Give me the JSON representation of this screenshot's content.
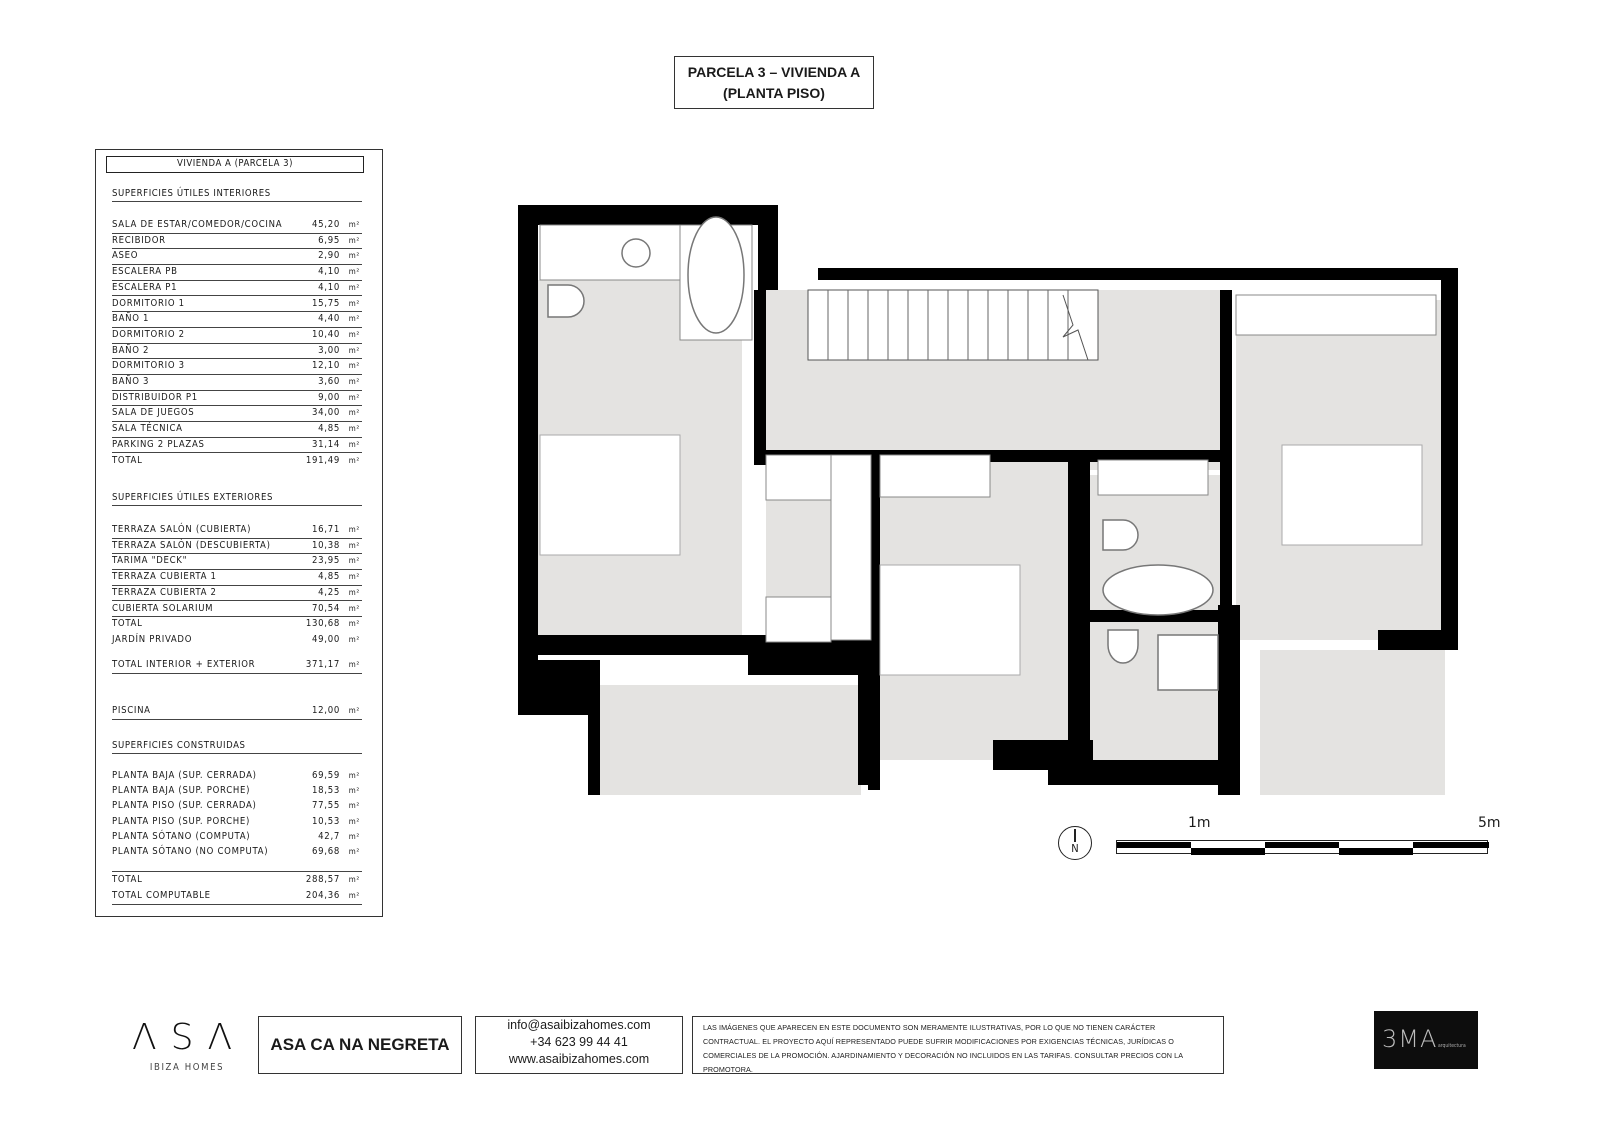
{
  "title": {
    "line1": "PARCELA 3 – VIVIENDA A",
    "line2": "(PLANTA PISO)"
  },
  "area_table": {
    "header": "VIVIENDA A (PARCELA 3)",
    "unit": "m²",
    "interiores": {
      "title": "SUPERFICIES ÚTILES INTERIORES",
      "rows": [
        {
          "label": "SALA DE ESTAR/COMEDOR/COCINA",
          "value": "45,20"
        },
        {
          "label": "RECIBIDOR",
          "value": "6,95"
        },
        {
          "label": "ASEO",
          "value": "2,90"
        },
        {
          "label": "ESCALERA PB",
          "value": "4,10"
        },
        {
          "label": "ESCALERA P1",
          "value": "4,10"
        },
        {
          "label": "DORMITORIO 1",
          "value": "15,75"
        },
        {
          "label": "BAÑO 1",
          "value": "4,40"
        },
        {
          "label": "DORMITORIO 2",
          "value": "10,40"
        },
        {
          "label": "BAÑO 2",
          "value": "3,00"
        },
        {
          "label": "DORMITORIO 3",
          "value": "12,10"
        },
        {
          "label": "BAÑO 3",
          "value": "3,60"
        },
        {
          "label": "DISTRIBUIDOR P1",
          "value": "9,00"
        },
        {
          "label": "SALA DE JUEGOS",
          "value": "34,00"
        },
        {
          "label": "SALA TÉCNICA",
          "value": "4,85"
        },
        {
          "label": "PARKING 2 PLAZAS",
          "value": "31,14"
        }
      ],
      "total_label": "TOTAL",
      "total_value": "191,49"
    },
    "exteriores": {
      "title": "SUPERFICIES ÚTILES EXTERIORES",
      "rows": [
        {
          "label": "TERRAZA SALÓN (CUBIERTA)",
          "value": "16,71"
        },
        {
          "label": "TERRAZA SALÓN (DESCUBIERTA)",
          "value": "10,38"
        },
        {
          "label": "TARIMA \"DECK\"",
          "value": "23,95"
        },
        {
          "label": "TERRAZA CUBIERTA 1",
          "value": "4,85"
        },
        {
          "label": "TERRAZA CUBIERTA 2",
          "value": "4,25"
        },
        {
          "label": "CUBIERTA SOLARIUM",
          "value": "70,54"
        }
      ],
      "total_label": "TOTAL",
      "total_value": "130,68",
      "jardin_label": "JARDÍN PRIVADO",
      "jardin_value": "49,00"
    },
    "total_int_ext": {
      "label": "TOTAL INTERIOR + EXTERIOR",
      "value": "371,17"
    },
    "piscina": {
      "label": "PISCINA",
      "value": "12,00"
    },
    "construidas": {
      "title": "SUPERFICIES CONSTRUIDAS",
      "rows": [
        {
          "label": "PLANTA BAJA (SUP. CERRADA)",
          "value": "69,59"
        },
        {
          "label": "PLANTA BAJA (SUP. PORCHE)",
          "value": "18,53"
        },
        {
          "label": "PLANTA PISO (SUP. CERRADA)",
          "value": "77,55"
        },
        {
          "label": "PLANTA PISO (SUP. PORCHE)",
          "value": "10,53"
        },
        {
          "label": "PLANTA SÓTANO (COMPUTA)",
          "value": "42,7"
        },
        {
          "label": "PLANTA SÓTANO (NO COMPUTA)",
          "value": "69,68"
        }
      ],
      "total_label": "TOTAL",
      "total_value": "288,57",
      "computable_label": "TOTAL COMPUTABLE",
      "computable_value": "204,36"
    }
  },
  "plan": {
    "north_letter": "N",
    "scale_start": "1m",
    "scale_end": "5m",
    "colors": {
      "wall": "#000000",
      "floor": "#e4e3e1",
      "furniture": "#ffffff",
      "line": "#777777"
    }
  },
  "footer": {
    "brand_mark": "ΛSΛ",
    "brand_sub": "IBIZA HOMES",
    "project_name": "ASA CA NA NEGRETA",
    "contact": {
      "email": "info@asaibizahomes.com",
      "phone": "+34 623 99 44 41",
      "web": "www.asaibizahomes.com"
    },
    "disclaimer": "LAS IMÁGENES QUE APARECEN EN ESTE DOCUMENTO SON MERAMENTE ILUSTRATIVAS, POR LO QUE NO TIENEN CARÁCTER CONTRACTUAL. EL PROYECTO AQUÍ REPRESENTADO PUEDE SUFRIR MODIFICACIONES POR EXIGENCIAS TÉCNICAS, JURÍDICAS O COMERCIALES DE LA PROMOCIÓN. AJARDINAMIENTO Y DECORACIÓN NO INCLUIDOS EN LAS TARIFAS. CONSULTAR PRECIOS CON LA PROMOTORA.",
    "architect_mark": "3MA",
    "architect_tag": "arquitectura"
  }
}
